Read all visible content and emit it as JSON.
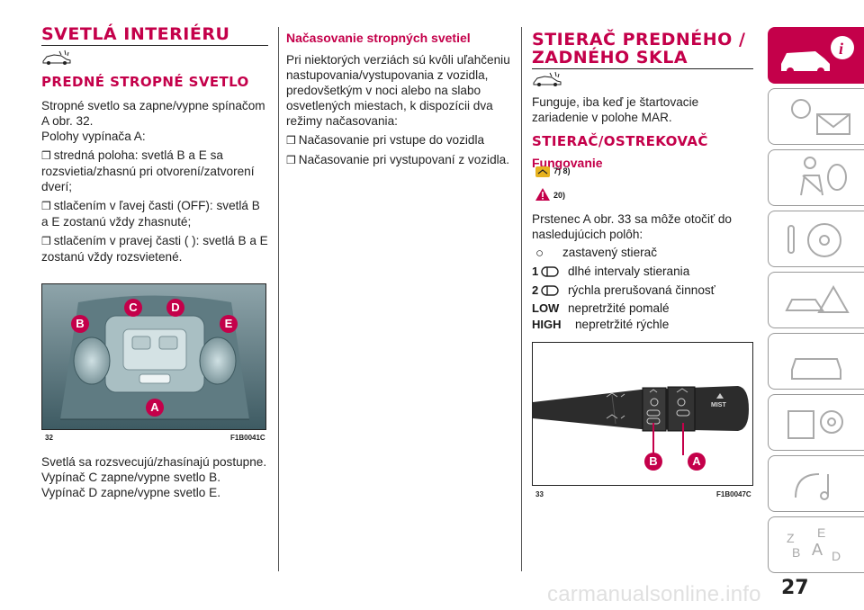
{
  "left": {
    "title": "SVETLÁ INTERIÉRU",
    "subtitle": "PREDNÉ STROPNÉ SVETLO",
    "intro": "Stropné svetlo sa zapne/vypne spínačom A obr. 32.",
    "switch_label": "Polohy vypínača A:",
    "items": [
      "stredná poloha: svetlá B a E sa rozsvietia/zhasnú pri otvorení/zatvorení dverí;",
      "stlačením v ľavej časti (OFF): svetlá B a E zostanú vždy zhasnuté;",
      "stlačením v pravej časti ( ): svetlá B a E zostanú vždy rozsvietené."
    ],
    "figure": {
      "number": "32",
      "code": "F1B0041C",
      "callouts": [
        "B",
        "C",
        "D",
        "E",
        "A"
      ]
    },
    "after_lines": [
      "Svetlá sa rozsvecujú/zhasínajú postupne.",
      "Vypínač C zapne/vypne svetlo B.",
      "Vypínač D zapne/vypne svetlo E."
    ]
  },
  "middle": {
    "title": "Načasovanie stropných svetiel",
    "intro": "Pri niektorých verziách sú kvôli uľahčeniu nastupovania/vystupovania z vozidla, predovšetkým v noci alebo na slabo osvetlených miestach, k dispozícii dva režimy načasovania:",
    "items": [
      "Načasovanie pri vstupe do vozidla",
      "Načasovanie pri vystupovaní z vozidla."
    ]
  },
  "right": {
    "title": "STIERAČ PREDNÉHO / ZADNÉHO SKLA",
    "intro": "Funguje, iba keď je štartovacie zariadenie v polohe MAR.",
    "section": "STIERAČ/OSTREKOVAČ",
    "subsection": "Fungovanie",
    "refs": [
      "7) 8)",
      "20)"
    ],
    "ring_text": "Prstenec A obr. 33 sa môže otočiť do nasledujúcich polôh:",
    "positions": [
      {
        "symbol": "○",
        "label": "zastavený stierač"
      },
      {
        "symbol": "1",
        "label": "dlhé intervaly stierania"
      },
      {
        "symbol": "2",
        "label": "rýchla prerušovaná činnosť"
      },
      {
        "symbol": "LOW",
        "label": "nepretržité pomalé"
      },
      {
        "symbol": "HIGH",
        "label": "nepretržité rýchle"
      }
    ],
    "figure": {
      "number": "33",
      "code": "F1B0047C",
      "callouts": [
        "B",
        "A"
      ],
      "stalk_text": "MIST"
    }
  },
  "page_number": "27",
  "watermark": "carmanualsonline.info",
  "colors": {
    "accent": "#c4004a"
  }
}
